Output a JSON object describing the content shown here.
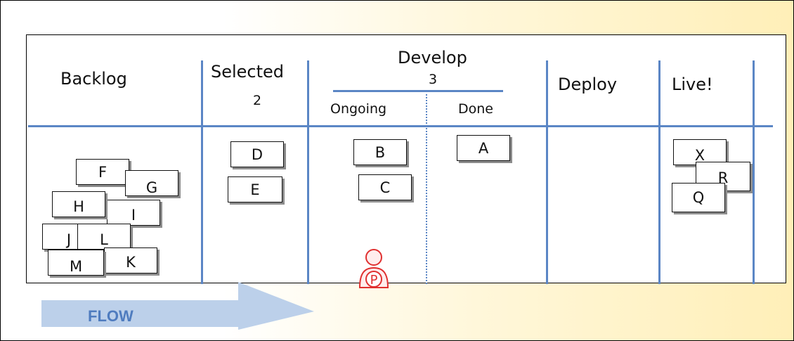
{
  "columns": {
    "backlog": "Backlog",
    "selected": "Selected",
    "selected_limit": "2",
    "develop": "Develop",
    "develop_limit": "3",
    "ongoing": "Ongoing",
    "done": "Done",
    "deploy": "Deploy",
    "live": "Live!"
  },
  "cards": {
    "F": "F",
    "G": "G",
    "H": "H",
    "I": "I",
    "J": "J",
    "L": "L",
    "M": "M",
    "K": "K",
    "D": "D",
    "E": "E",
    "B": "B",
    "C": "C",
    "A": "A",
    "X": "X",
    "R": "R",
    "Q": "Q"
  },
  "person_label": "P",
  "flow_label": "FLOW",
  "colors": {
    "lines": "#5b86c5",
    "arrow": "#bcd0ea",
    "flow_text": "#4f7cbf",
    "person": "#e03030",
    "background_warm": "#ffefb8"
  }
}
